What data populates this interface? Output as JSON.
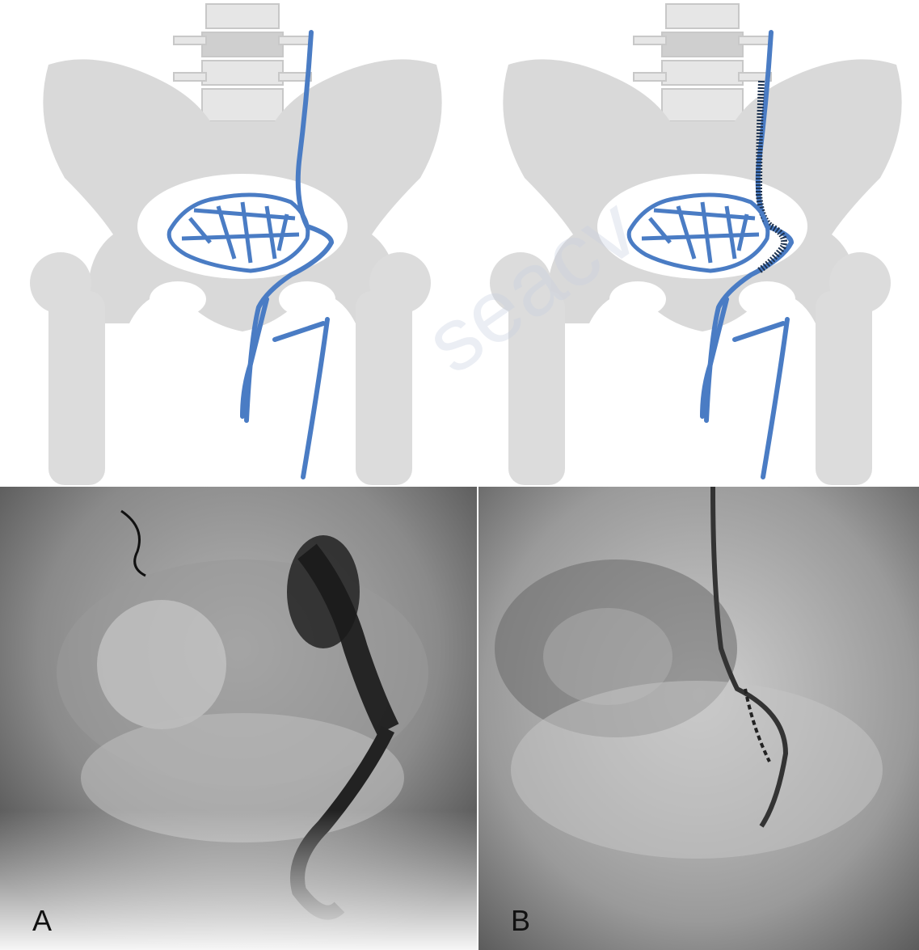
{
  "panels": {
    "a": {
      "label": "A"
    },
    "b": {
      "label": "B"
    }
  },
  "colors": {
    "bone": "#dcdcdc",
    "bone_dark": "#c8c8c8",
    "vessel": "#4a7cc4",
    "vessel_dark": "#2d5694",
    "coil": "#1e3350"
  },
  "watermark": {
    "text": "seacv"
  }
}
